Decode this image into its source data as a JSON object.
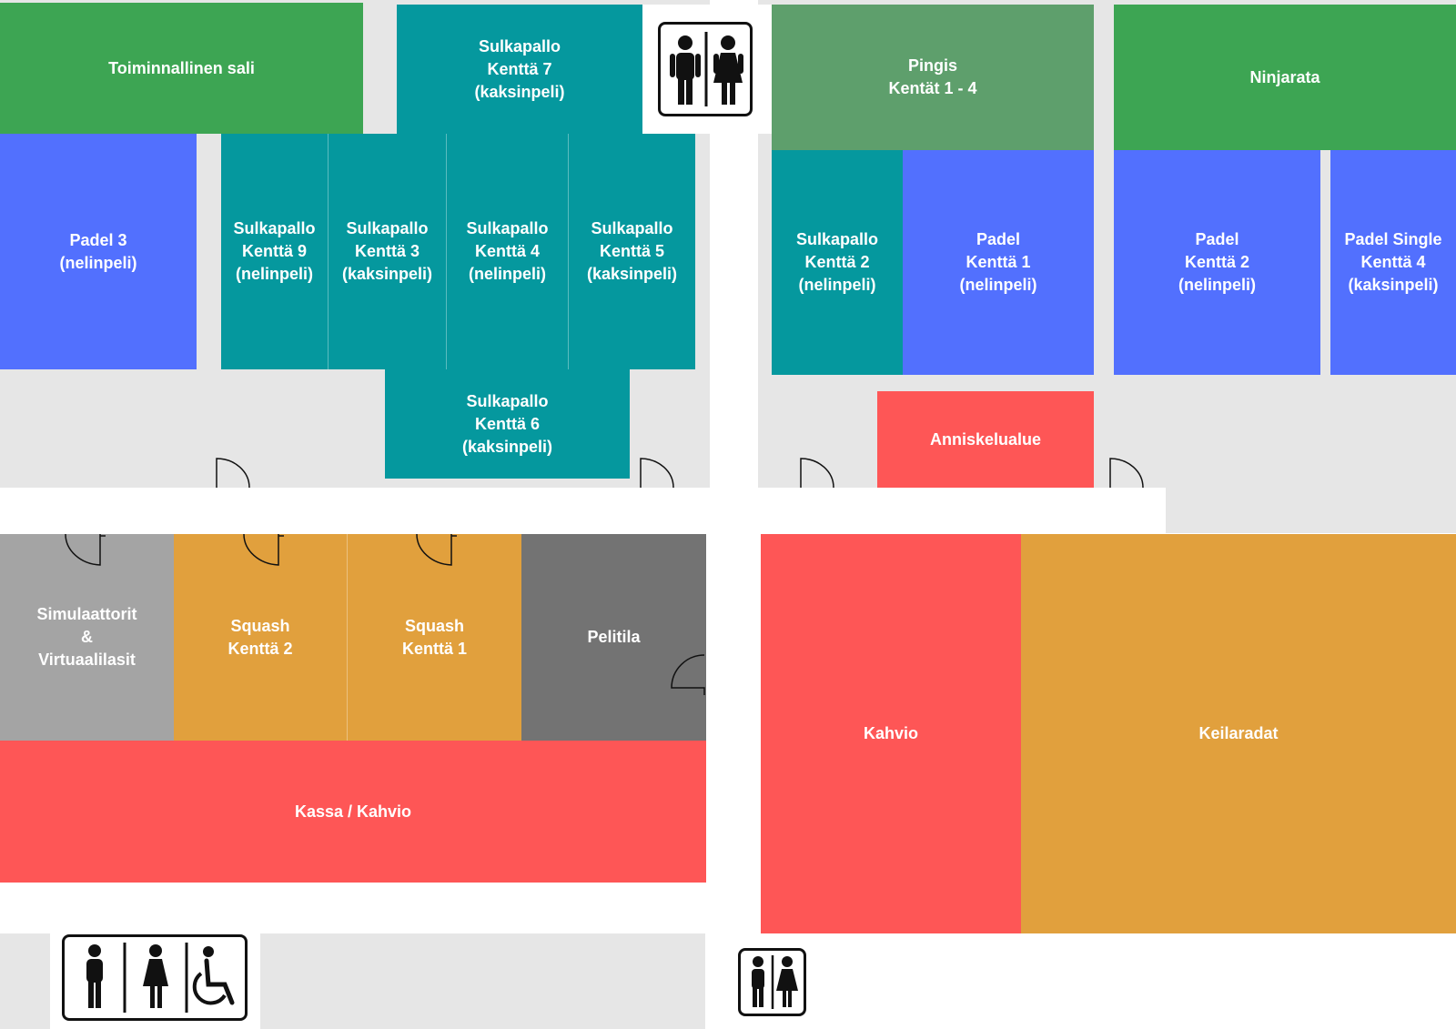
{
  "colors": {
    "green": "#3da553",
    "green_muted": "#5e9f6c",
    "teal": "#05989e",
    "blue": "#5270fe",
    "red": "#fe5656",
    "orange": "#e1a03d",
    "gray_light": "#a4a4a4",
    "gray_dark": "#737373",
    "background": "#e6e6e6"
  },
  "rooms": {
    "toiminnallinen_sali": "Toiminnallinen sali",
    "sulkapallo_7": "Sulkapallo\nKenttä 7\n(kaksinpeli)",
    "pingis": "Pingis\nKentät 1 - 4",
    "ninjarata": "Ninjarata",
    "padel_3": "Padel 3\n(nelinpeli)",
    "sulkapallo_9": "Sulkapallo\nKenttä 9\n(nelinpeli)",
    "sulkapallo_3": "Sulkapallo\nKenttä 3\n(kaksinpeli)",
    "sulkapallo_4": "Sulkapallo\nKenttä 4\n(nelinpeli)",
    "sulkapallo_5": "Sulkapallo\nKenttä 5\n(kaksinpeli)",
    "sulkapallo_2": "Sulkapallo\nKenttä 2\n(nelinpeli)",
    "padel_1": "Padel\nKenttä 1\n(nelinpeli)",
    "padel_2": "Padel\nKenttä 2\n(nelinpeli)",
    "padel_single_4": "Padel Single\nKenttä 4\n(kaksinpeli)",
    "sulkapallo_6": "Sulkapallo\nKenttä 6\n(kaksinpeli)",
    "anniskelualue": "Anniskelualue",
    "simulaattorit": "Simulaattorit\n&\nVirtuaalilasit",
    "squash_2": "Squash\nKenttä 2",
    "squash_1": "Squash\nKenttä 1",
    "pelitila": "Pelitila",
    "kassa_kahvio": "Kassa / Kahvio",
    "kahvio": "Kahvio",
    "keilaradat": "Keilaradat"
  },
  "icons": {
    "restroom_top": "restroom-icon",
    "restroom_accessible_bottom": "restroom-accessible-icon",
    "restroom_bottom": "restroom-icon",
    "door": "door-swing-icon"
  }
}
